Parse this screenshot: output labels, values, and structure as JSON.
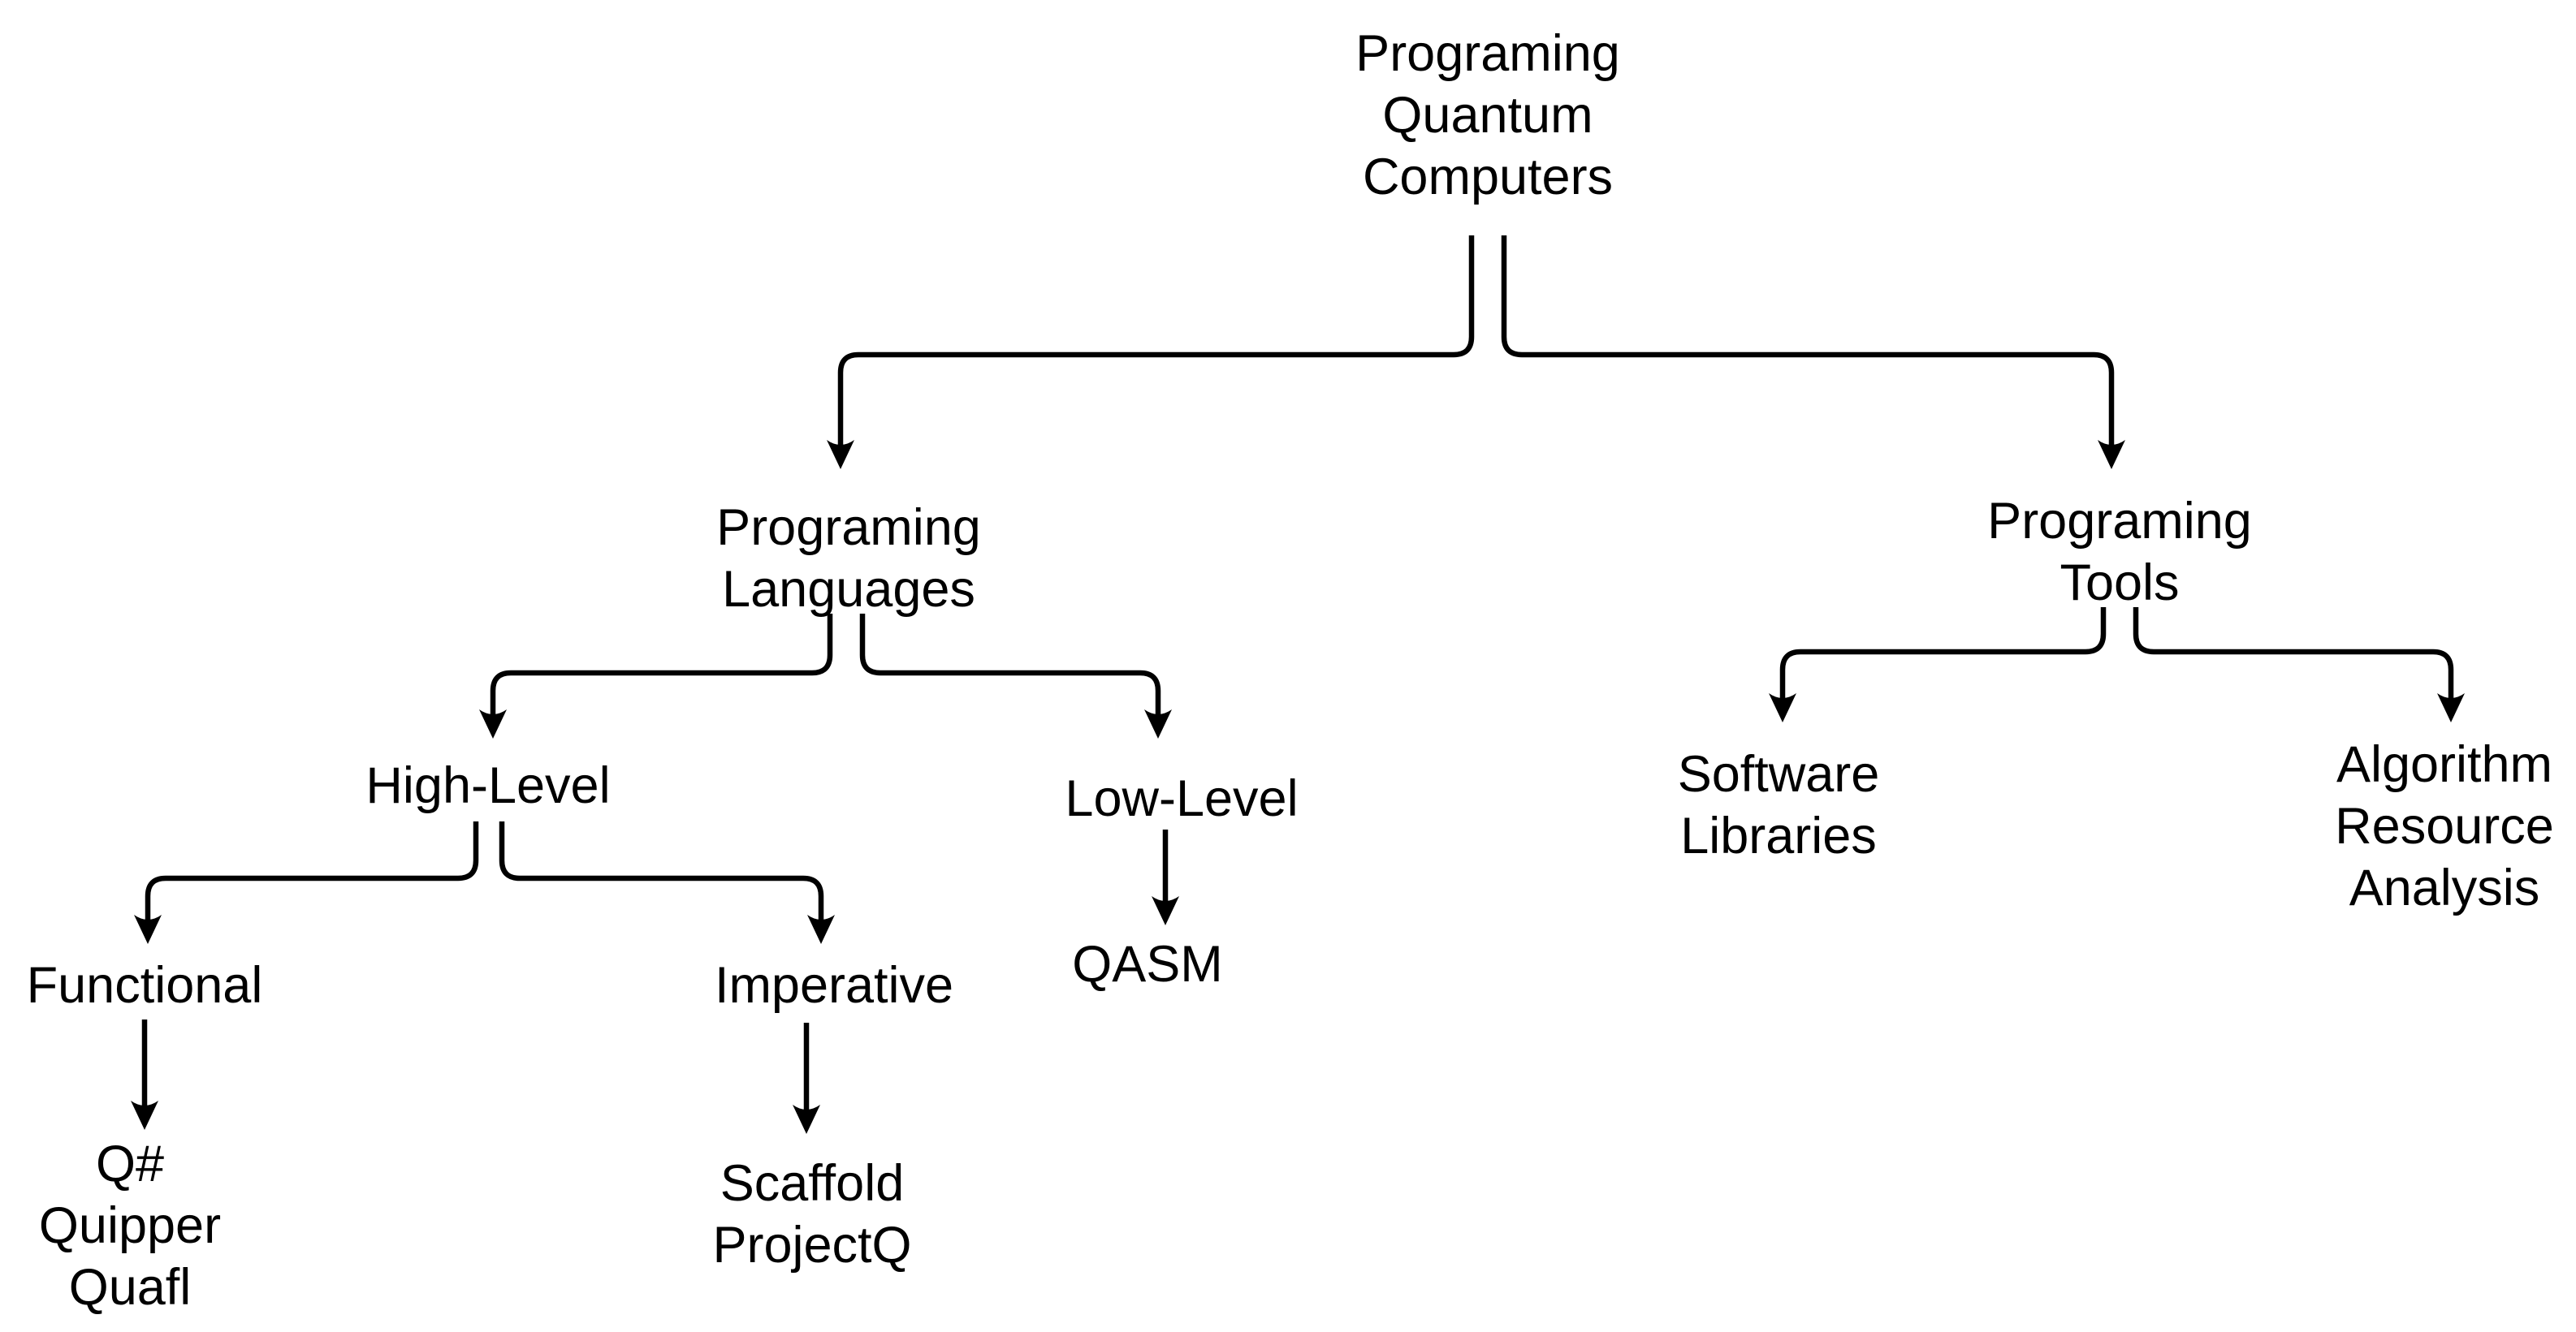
{
  "diagram": {
    "type": "tree",
    "topic": "Programing Quantum Computers"
  },
  "colors": {
    "background": "#ffffff",
    "line": "#000000",
    "text": "#000000"
  },
  "nodes": {
    "root": {
      "label": "Programing\nQuantum\nComputers"
    },
    "languages": {
      "label": "Programing\nLanguages"
    },
    "tools": {
      "label": "Programing\nTools"
    },
    "high_level": {
      "label": "High-Level"
    },
    "low_level": {
      "label": "Low-Level"
    },
    "qasm": {
      "label": "QASM"
    },
    "functional": {
      "label": "Functional"
    },
    "imperative": {
      "label": "Imperative"
    },
    "functional_langs": {
      "label": "Q#\nQuipper\nQuafl"
    },
    "imperative_langs": {
      "label": "Scaffold\nProjectQ"
    },
    "software_libraries": {
      "label": "Software\nLibraries"
    },
    "algorithm_resource_analysis": {
      "label": "Algorithm\nResource\nAnalysis"
    }
  },
  "edges": [
    {
      "from": "root",
      "to": "languages"
    },
    {
      "from": "root",
      "to": "tools"
    },
    {
      "from": "languages",
      "to": "high_level"
    },
    {
      "from": "languages",
      "to": "low_level"
    },
    {
      "from": "high_level",
      "to": "functional"
    },
    {
      "from": "high_level",
      "to": "imperative"
    },
    {
      "from": "functional",
      "to": "functional_langs"
    },
    {
      "from": "imperative",
      "to": "imperative_langs"
    },
    {
      "from": "low_level",
      "to": "qasm"
    },
    {
      "from": "tools",
      "to": "software_libraries"
    },
    {
      "from": "tools",
      "to": "algorithm_resource_analysis"
    }
  ]
}
